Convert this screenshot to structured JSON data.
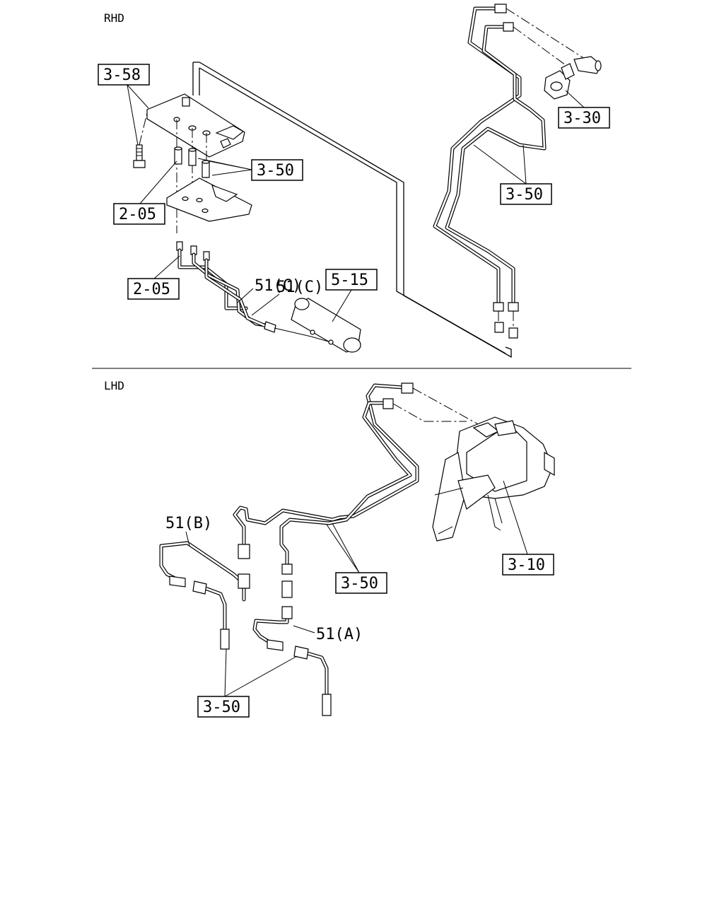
{
  "sections": {
    "rhd": "RHD",
    "lhd": "LHD"
  },
  "callouts": {
    "c3_58": "3-58",
    "c3_50_bracket": "3-50",
    "c2_05_top": "2-05",
    "c2_05_bottom": "2-05",
    "c51c_1": "51(C)",
    "c51c_2": "51(C)",
    "c5_15": "5-15",
    "c3_30": "3-30",
    "c3_50_rhd_pipes": "3-50",
    "c51b": "51(B)",
    "c3_50_lhd_pipes": "3-50",
    "c3_10": "3-10",
    "c51a": "51(A)",
    "c3_50_lhd_hoses": "3-50"
  }
}
